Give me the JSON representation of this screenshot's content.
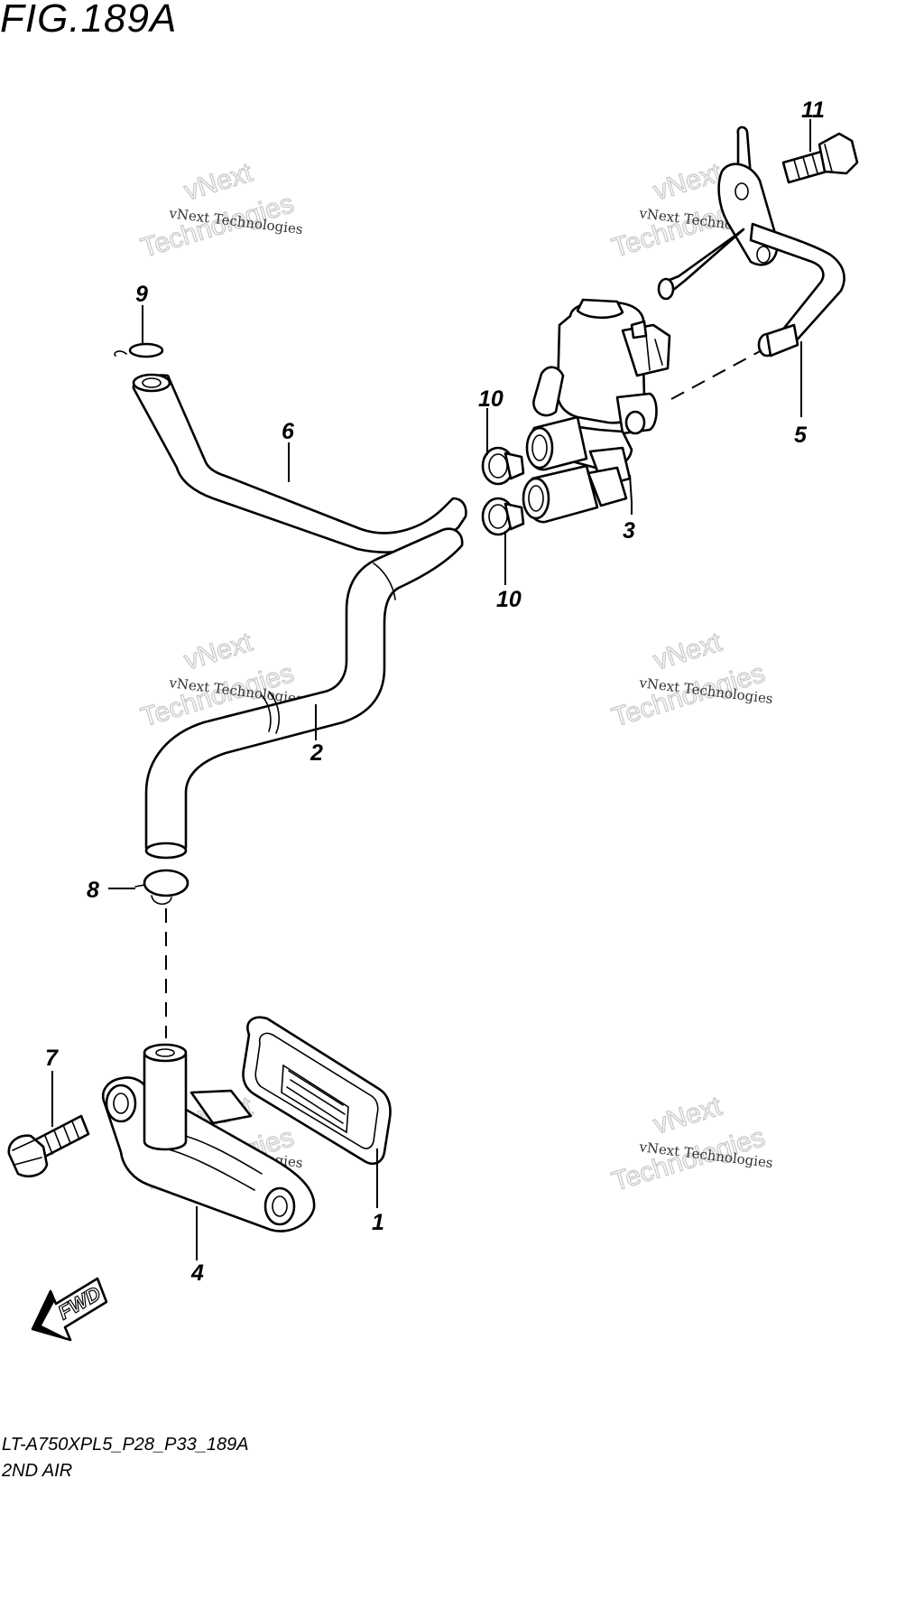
{
  "figure": {
    "title": "FIG.189A",
    "code": "LT-A750XPL5_P28_P33_189A",
    "name": "2ND AIR"
  },
  "fwd_label": "FWD",
  "watermark": {
    "line1": "vNext Technologies",
    "line2": "vNext",
    "line3": "Technologies"
  },
  "callouts": [
    "1",
    "2",
    "3",
    "4",
    "5",
    "6",
    "7",
    "8",
    "9",
    "10",
    "10",
    "11"
  ]
}
